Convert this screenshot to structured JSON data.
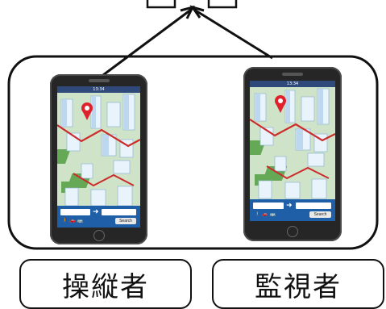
{
  "roles": {
    "left": "操縦者",
    "right": "監視者"
  },
  "phone_ui": {
    "status_time": "13:34",
    "search_button": "Search"
  },
  "colors": {
    "outline": "#111111",
    "phone_body": "#262626",
    "search_bar": "#1f5fa8",
    "map_pin": "#e0202a",
    "route": "#cc2b2b"
  }
}
